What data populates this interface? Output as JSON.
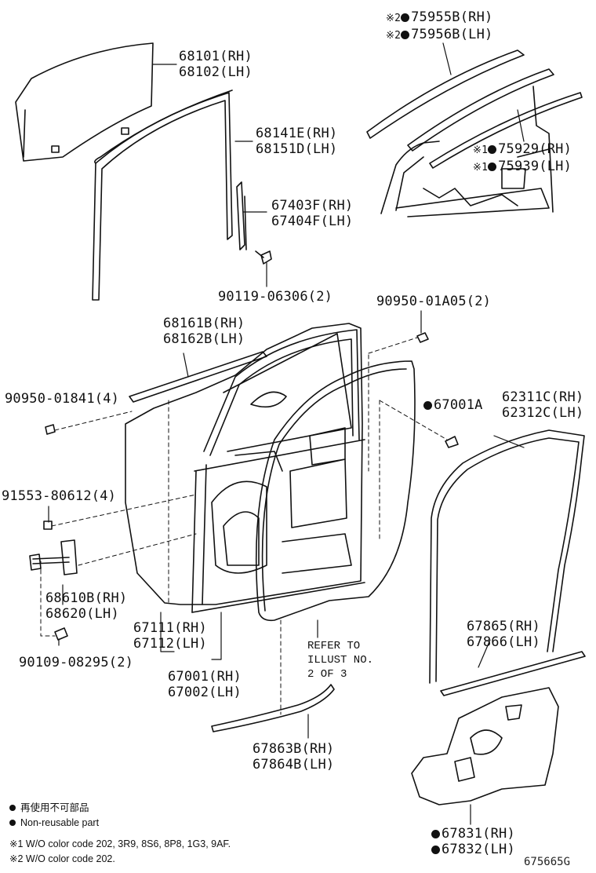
{
  "labels": {
    "l1": [
      "68101(RH)",
      "68102(LH)"
    ],
    "l2": [
      "68141E(RH)",
      "68151D(LH)"
    ],
    "l3": [
      "67403F(RH)",
      "67404F(LH)"
    ],
    "l4": [
      "90119-06306(2)"
    ],
    "l5": [
      "75955B(RH)",
      "75956B(LH)"
    ],
    "l6": [
      "75929(RH)",
      "75939(LH)"
    ],
    "l7": [
      "68161B(RH)",
      "68162B(LH)"
    ],
    "l8": [
      "90950-01A05(2)"
    ],
    "l9": [
      "90950-01841(4)"
    ],
    "l10": [
      "67001A"
    ],
    "l11": [
      "62311C(RH)",
      "62312C(LH)"
    ],
    "l12": [
      "91553-80612(4)"
    ],
    "l13": [
      "68610B(RH)",
      "68620(LH)"
    ],
    "l14": [
      "67111(RH)",
      "67112(LH)"
    ],
    "l15": [
      "90109-08295(2)"
    ],
    "l16": [
      "67001(RH)",
      "67002(LH)"
    ],
    "l17": [
      "67863B(RH)",
      "67864B(LH)"
    ],
    "l18": [
      "67865(RH)",
      "67866(LH)"
    ],
    "l19": [
      "67831(RH)",
      "67832(LH)"
    ]
  },
  "marks": {
    "note2": "※2",
    "note1": "※1"
  },
  "refer_note": [
    "REFER TO",
    "ILLUST NO.",
    "2 OF 3"
  ],
  "legend": {
    "jp": "再使用不可部品",
    "en": "Non-reusable part",
    "note1": "※1 W/O color code 202, 3R9, 8S6, 8P8, 1G3, 9AF.",
    "note2": "※2 W/O color code 202."
  },
  "figure_ref": "675665G"
}
